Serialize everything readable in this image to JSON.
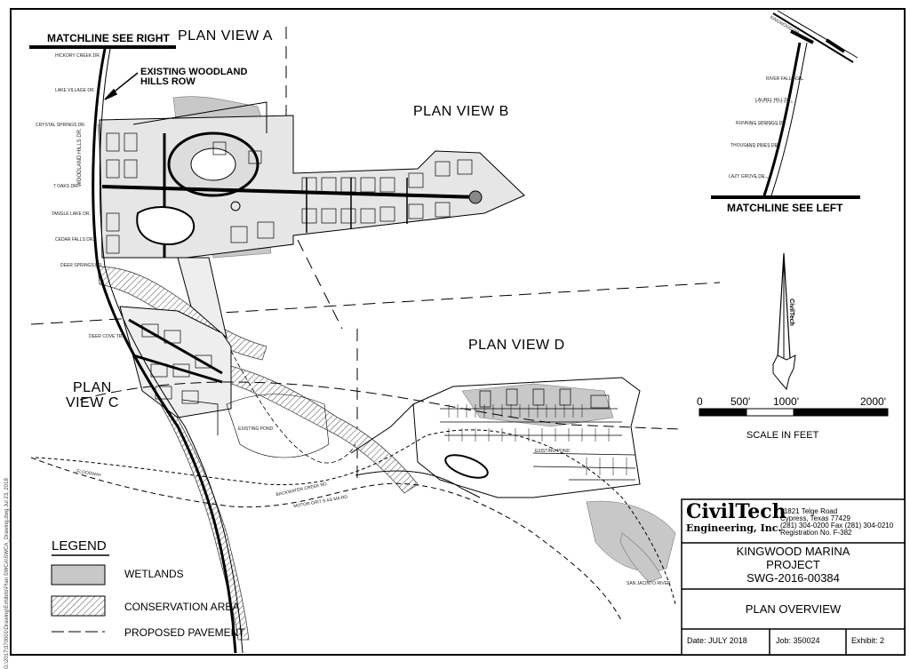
{
  "map": {
    "matchline_right": "MATCHLINE SEE RIGHT",
    "matchline_left": "MATCHLINE SEE LEFT",
    "plan_view_a": "PLAN VIEW A",
    "plan_view_b": "PLAN VIEW B",
    "plan_view_c_line1": "PLAN",
    "plan_view_c_line2": "VIEW C",
    "plan_view_d": "PLAN VIEW D",
    "row_callout_line1": "EXISTING WOODLAND",
    "row_callout_line2": "HILLS ROW",
    "main_road": "WOODLAND HILLS DR.",
    "streets_west": [
      "HICKORY CREEK DR.",
      "LAKE VILLAGE DR.",
      "CRYSTAL SPRINGS DR.",
      "7 OAKS DR.",
      "TANGLE LAKE DR.",
      "CEDAR FALLS DR.",
      "DEER SPRINGS DR.",
      "DEER COVE TR."
    ],
    "streets_inset": [
      "KINGWOOD DR.",
      "RIVER FALLS DR.",
      "LAUREL HILL DR.",
      "RUNNING SPRINGS DR.",
      "THOUSAND PINES DR.",
      "LAZY GROVE DR."
    ],
    "ponds": [
      "EXISTING POND",
      "EXISTING POND"
    ],
    "waterways": [
      "FLOODWAY",
      "BACKWATER CREEK RD.",
      "MOTOR GRIT S AS MA RD",
      "SAN JACINTO RIVER"
    ],
    "north_arrow_text": "CivilTech"
  },
  "scale": {
    "ticks": [
      "0",
      "500'",
      "1000'",
      "2000'"
    ],
    "label": "SCALE IN FEET"
  },
  "legend": {
    "title": "LEGEND",
    "items": [
      {
        "label": "WETLANDS",
        "type": "wetlands"
      },
      {
        "label": "CONSERVATION AREA",
        "type": "conservation"
      },
      {
        "label": "PROPOSED PAVEMENT",
        "type": "pavement"
      }
    ]
  },
  "title_block": {
    "company_line1": "CivilTech",
    "company_line2": "Engineering, Inc.",
    "address1": "11821 Telge Road",
    "address2": "Cypress, Texas 77429",
    "phone": "(281) 304-0200 Fax (281) 304-0210",
    "registration": "Registration No. F-382",
    "project_line1": "KINGWOOD MARINA",
    "project_line2": "PROJECT",
    "project_line3": "SWG-2016-00384",
    "sheet_title": "PLAN OVERVIEW",
    "date": "Date: JULY 2018",
    "job": "Job: 350024",
    "exhibit": "Exhibit: 2"
  },
  "side_print": "G:\\2017\\370001\\Drawing\\Exhibits\\Plan SWCA\\SWCA_Drawing.dwg Jul 23, 2018",
  "colors": {
    "wetlands": "#c8c8c8",
    "lines": "#000000",
    "background": "#ffffff"
  }
}
